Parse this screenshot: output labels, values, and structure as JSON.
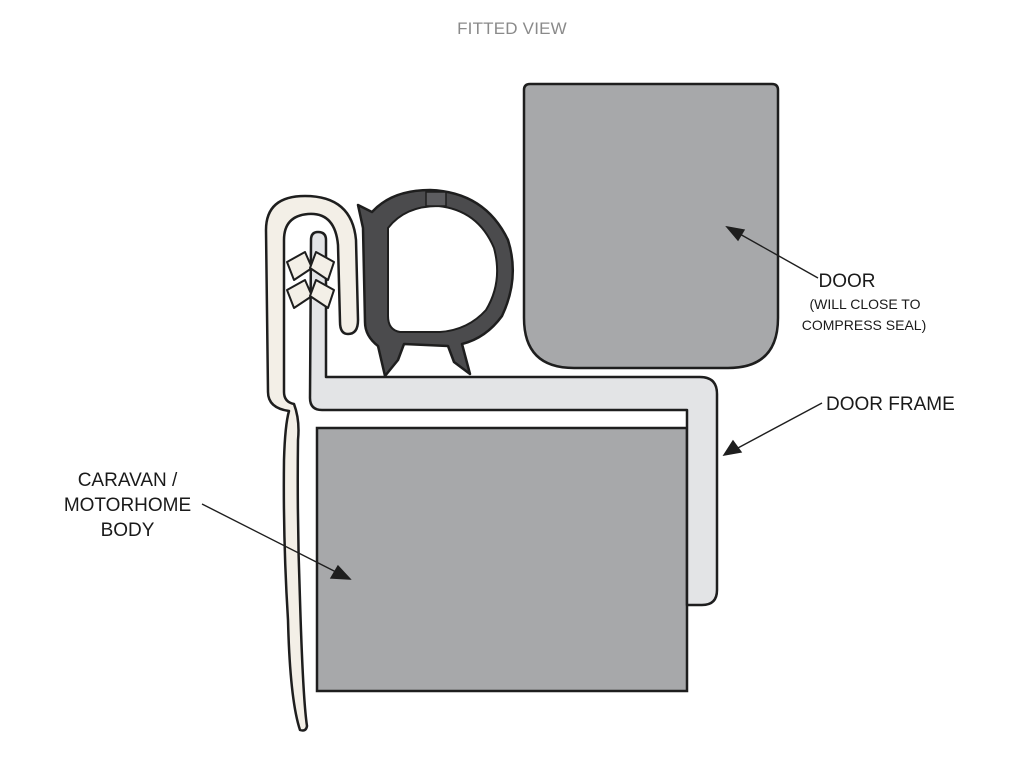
{
  "title": "FITTED VIEW",
  "labels": {
    "door": "DOOR",
    "door_note_line1": "(WILL CLOSE TO",
    "door_note_line2": "COMPRESS SEAL)",
    "door_frame": "DOOR FRAME",
    "body_line1": "CARAVAN /",
    "body_line2": "MOTORHOME",
    "body_line3": "BODY"
  },
  "colors": {
    "panel_gray": "#a7a8aa",
    "frame_light": "#e3e4e6",
    "trim_cream": "#f3efe7",
    "seal_dark": "#4b4b4d",
    "outline": "#1e1e1e"
  }
}
